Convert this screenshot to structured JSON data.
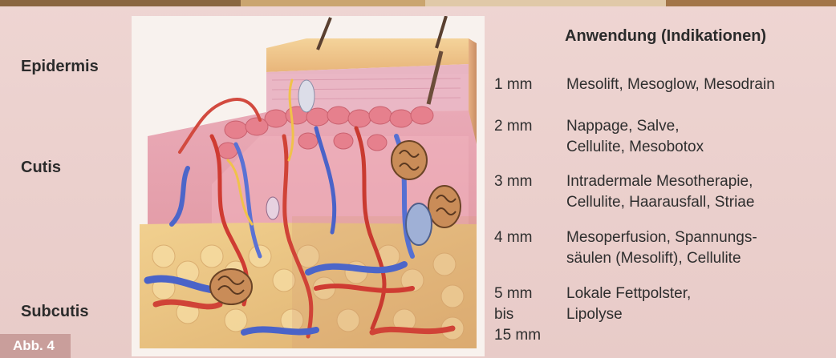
{
  "layers": {
    "epidermis": "Epidermis",
    "cutis": "Cutis",
    "subcutis": "Subcutis"
  },
  "figure_label": "Abb. 4",
  "table": {
    "header": "Anwendung (Indikationen)",
    "rows": [
      {
        "depth": [
          "1 mm"
        ],
        "indication": [
          "Mesolift, Mesoglow, Mesodrain"
        ]
      },
      {
        "depth": [
          "2 mm"
        ],
        "indication": [
          "Nappage, Salve,",
          "Cellulite, Mesobotox"
        ]
      },
      {
        "depth": [
          "3 mm"
        ],
        "indication": [
          "Intradermale Mesotherapie,",
          "Cellulite, Haarausfall, Striae"
        ]
      },
      {
        "depth": [
          "4 mm"
        ],
        "indication": [
          "Mesoperfusion, Spannungs-",
          "säulen (Mesolift), Cellulite"
        ]
      },
      {
        "depth": [
          "5 mm",
          "bis",
          "15 mm"
        ],
        "indication": [
          "Lokale Fettpolster,",
          "Lipolyse"
        ]
      }
    ]
  },
  "colors": {
    "background": "#eed5d2",
    "figure_tag": "#c99e9b",
    "text": "#2b2b2b"
  }
}
